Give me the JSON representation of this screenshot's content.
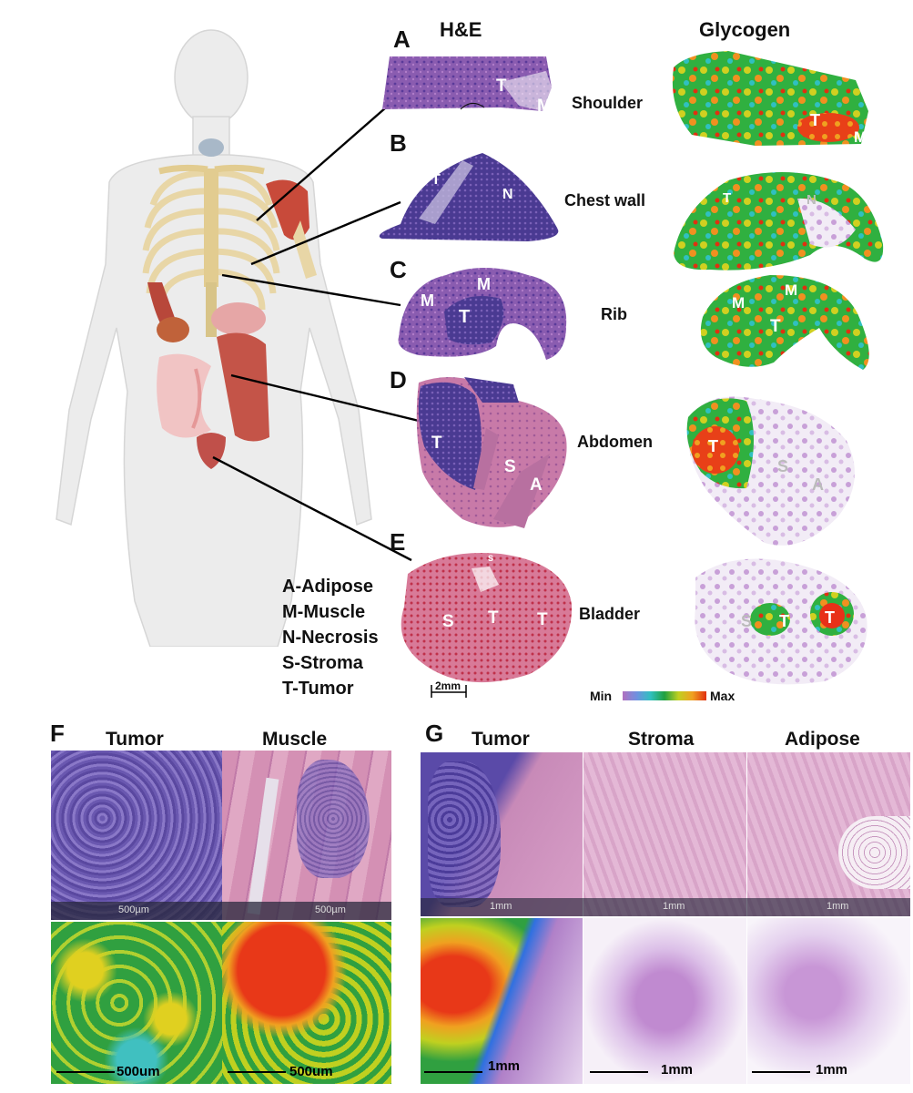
{
  "panels": {
    "A": "A",
    "B": "B",
    "C": "C",
    "D": "D",
    "E": "E",
    "F": "F",
    "G": "G"
  },
  "columns": {
    "he": "H&E",
    "glycogen": "Glycogen"
  },
  "sites": [
    "Shoulder",
    "Chest wall",
    "Rib",
    "Abdomen",
    "Bladder"
  ],
  "region_labels": {
    "A": [
      "T",
      "M"
    ],
    "B": [
      "T",
      "N"
    ],
    "C": [
      "M",
      "M",
      "T"
    ],
    "D": [
      "T",
      "S",
      "A"
    ],
    "E": [
      "S",
      "T",
      "T",
      "S"
    ]
  },
  "legend_abbreviations": [
    "A-Adipose",
    "M-Muscle",
    "N-Necrosis",
    "S-Stroma",
    "T-Tumor"
  ],
  "he_scalebar": "2mm",
  "colorbar": {
    "min": "Min",
    "max": "Max",
    "colors": [
      "#b070c0",
      "#7090e0",
      "#30c0c0",
      "#20a040",
      "#c0d020",
      "#f0a020",
      "#e03010"
    ]
  },
  "panel_F": {
    "titles": [
      "Tumor",
      "Muscle"
    ],
    "he_scale": "500µm",
    "glyco_scale": "500um"
  },
  "panel_G": {
    "titles": [
      "Tumor",
      "Stroma",
      "Adipose"
    ],
    "he_scale": "1mm",
    "glyco_scale": "1mm"
  }
}
